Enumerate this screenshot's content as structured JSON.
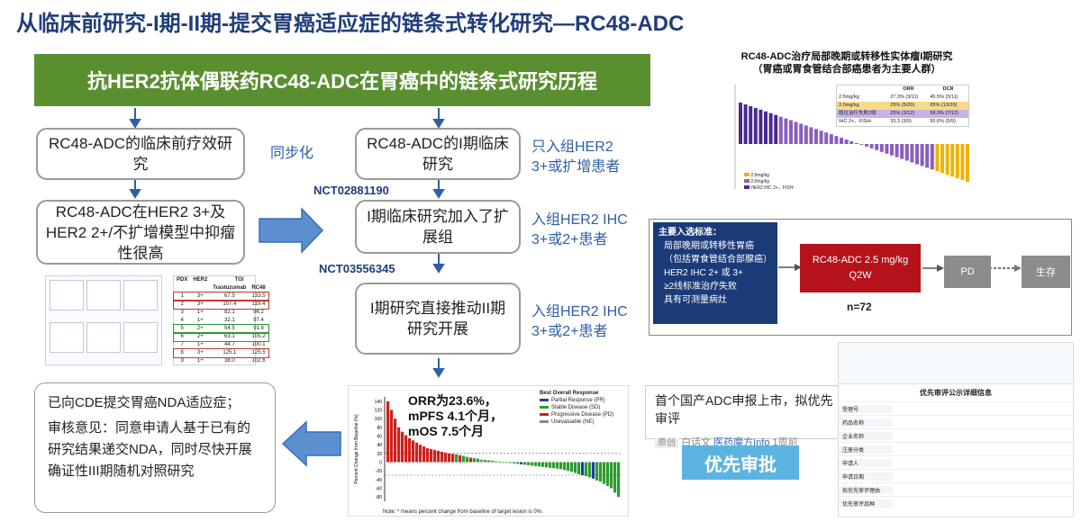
{
  "title": "从临床前研究-I期-II期-提交胃癌适应症的链条式转化研究—RC48-ADC",
  "banner": "抗HER2抗体偶联药RC48-ADC在胃癌中的链条式研究历程",
  "left_col": {
    "box1": "RC48-ADC的临床前疗效研究",
    "box2": "RC48-ADC在HER2 3+及HER2 2+/不扩增模型中抑瘤性很高"
  },
  "sync_label": "同步化",
  "mid_col": {
    "box1": "RC48-ADC的I期临床研究",
    "nct1": "NCT02881190",
    "box2": "I期临床研究加入了扩展组",
    "nct2": "NCT03556345",
    "box3": "I期研究直接推动II期研究开展"
  },
  "notes": {
    "n1": "只入组HER2 3+或扩增患者",
    "n2": "入组HER2 IHC 3+或2+患者",
    "n3": "入组HER2 IHC 3+或2+患者"
  },
  "pdx_table": {
    "headers": [
      "PDX",
      "HER2",
      "Trastuzumab",
      "RC48"
    ],
    "group": "TGI",
    "rows": [
      [
        "1",
        "3+",
        "67.5",
        "133.5"
      ],
      [
        "2",
        "3+",
        "107.4",
        "119.4"
      ],
      [
        "3",
        "1+",
        "82.1",
        "96.2"
      ],
      [
        "4",
        "1+",
        "32.1",
        "97.4"
      ],
      [
        "5",
        "2+",
        "54.5",
        "91.8"
      ],
      [
        "6",
        "2+",
        "63.1",
        "105.2"
      ],
      [
        "7",
        "1+",
        "44.7",
        "100.1"
      ],
      [
        "8",
        "3+",
        "125.1",
        "125.5"
      ],
      [
        "9",
        "1+",
        "38.0",
        "102.6"
      ]
    ]
  },
  "nda": {
    "line1": "已向CDE提交胃癌NDA适应症；",
    "line2": "审核意见：同意申请人基于已有的研究结果递交NDA，同时尽快开展确证性III期随机对照研究"
  },
  "waterfall": {
    "stats": [
      "ORR为23.6%，",
      "mPFS 4.1个月，",
      "mOS 7.5个月"
    ],
    "legend_title": "Best Overall Response",
    "legend": [
      {
        "label": "Partial Response (PR)",
        "color": "#1a3fa8"
      },
      {
        "label": "Stable Disease (SD)",
        "color": "#2e9b2e"
      },
      {
        "label": "Progressive Disease (PD)",
        "color": "#d0201b"
      },
      {
        "label": "Unevaluable (NE)",
        "color": "#888888"
      }
    ],
    "ylabel": "Percent Change from Baseline (%)",
    "yticks": [
      "140",
      "120",
      "100",
      "80",
      "60",
      "40",
      "20",
      "0",
      "-20",
      "-40",
      "-60",
      "-80"
    ],
    "note": "Note: * means percent change from baseline of target lesion is 0%."
  },
  "chart_data": {
    "type": "bar",
    "title": "",
    "ylabel": "Percent Change from Baseline (%)",
    "ylim": [
      -90,
      150
    ],
    "values": [
      140,
      120,
      100,
      80,
      70,
      62,
      55,
      50,
      45,
      40,
      36,
      32,
      30,
      28,
      26,
      24,
      22,
      20,
      19,
      18,
      16,
      14,
      12,
      10,
      9,
      8,
      6,
      5,
      4,
      3,
      2,
      1,
      0,
      -1,
      -2,
      -3,
      -4,
      -5,
      -6,
      -7,
      -8,
      -9,
      -10,
      -11,
      -12,
      -13,
      -14,
      -15,
      -16,
      -18,
      -20,
      -22,
      -25,
      -28,
      -30,
      -32,
      -35,
      -38,
      -42,
      -45,
      -50,
      -55,
      -60,
      -70,
      -80
    ],
    "colors": [
      "#d0201b",
      "#d0201b",
      "#d0201b",
      "#d0201b",
      "#d0201b",
      "#d0201b",
      "#d0201b",
      "#d0201b",
      "#d0201b",
      "#d0201b",
      "#d0201b",
      "#d0201b",
      "#d0201b",
      "#d0201b",
      "#d0201b",
      "#d0201b",
      "#d0201b",
      "#d0201b",
      "#d0201b",
      "#2e9b2e",
      "#d0201b",
      "#2e9b2e",
      "#2e9b2e",
      "#d0201b",
      "#2e9b2e",
      "#2e9b2e",
      "#888888",
      "#2e9b2e",
      "#2e9b2e",
      "#2e9b2e",
      "#2e9b2e",
      "#2e9b2e",
      "#2e9b2e",
      "#2e9b2e",
      "#2e9b2e",
      "#2e9b2e",
      "#2e9b2e",
      "#1a3fa8",
      "#2e9b2e",
      "#2e9b2e",
      "#2e9b2e",
      "#2e9b2e",
      "#2e9b2e",
      "#2e9b2e",
      "#2e9b2e",
      "#2e9b2e",
      "#2e9b2e",
      "#2e9b2e",
      "#2e9b2e",
      "#2e9b2e",
      "#2e9b2e",
      "#2e9b2e",
      "#2e9b2e",
      "#2e9b2e",
      "#1a3fa8",
      "#2e9b2e",
      "#2e9b2e",
      "#1a3fa8",
      "#2e9b2e",
      "#2e9b2e",
      "#2e9b2e",
      "#2e9b2e",
      "#2e9b2e",
      "#2e9b2e",
      "#2e9b2e"
    ]
  },
  "phase1_chart": {
    "title": "RC48-ADC治疗局部晚期或转移性实体瘤I期研究",
    "subtitle": "（胃癌或胃食管结合部癌患者为主要人群）",
    "table_headers": [
      "",
      "ORR",
      "DCR"
    ],
    "table_rows": [
      [
        "2.5mg/kg",
        "27.3% (3/11)",
        "45.5% (5/11)"
      ],
      [
        "2.0mg/kg",
        "25% (5/20)",
        "65% (13/20)"
      ],
      [
        "既往治疗失败2线",
        "25% (3/12)",
        "58.3% (7/12)"
      ],
      [
        "IHC 2+、FISH-",
        "33.3 (3/9)",
        "55.6% (5/9)"
      ]
    ],
    "legend": [
      "2.5mg/kg",
      "2.0mg/kg",
      "HER2 IHC 2+、FISH-"
    ]
  },
  "flow": {
    "criteria_title": "主要入选标准：",
    "criteria": [
      "局部晚期或转移性胃癌",
      "（包括胃食管结合部腺癌）",
      "HER2 IHC 2+ 或 3+",
      "≥2线标准治疗失败",
      "具有可测量病灶"
    ],
    "drug_line1": "RC48-ADC 2.5 mg/kg",
    "drug_line2": "Q2W",
    "n": "n=72",
    "pd": "PD",
    "survival": "生存"
  },
  "news": {
    "headline": "首个国产ADC申报上市，拟优先审评",
    "tag": "原创",
    "author": "白话文",
    "source": "医药魔方Info",
    "time": "1周前"
  },
  "priority": "优先审批",
  "review_table": {
    "heading": "优先审评公示详细信息",
    "rows": [
      "受理号",
      "药品名称",
      "企业名称",
      "注册分类",
      "申请人",
      "申请日期",
      "拟优先审评理由",
      "优先审评品种"
    ]
  }
}
